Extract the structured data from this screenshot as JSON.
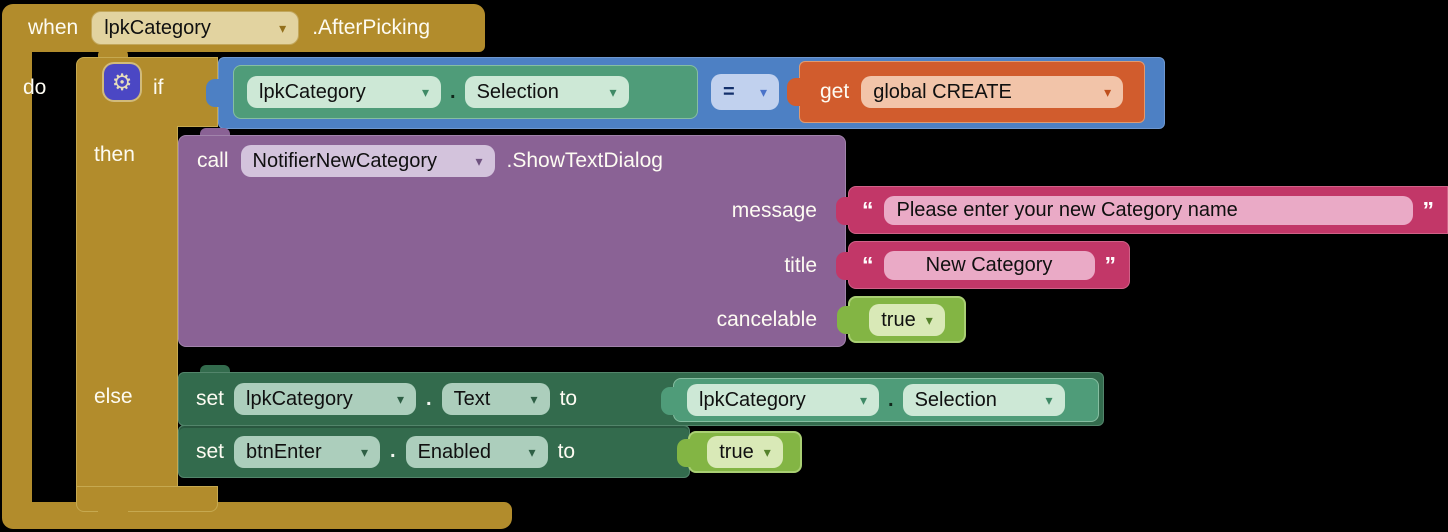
{
  "icons": {
    "dropdown_arrow": "▾",
    "gear": "⚙"
  },
  "punctuation": {
    "dot": ".",
    "quote_open": "“",
    "quote_close": "”"
  },
  "colors": {
    "background": "#000000",
    "event_gold": "#B28C2C",
    "logic_compare_blue": "#4D80C4",
    "component_getter_green": "#4F9C79",
    "component_set_dark_green": "#336B4D",
    "procedure_call_purple": "#8A6295",
    "text_magenta": "#C23768",
    "logic_true_green": "#83B544",
    "variable_get_orange": "#D15C2D",
    "mutator_gear_indigo": "#4B47C4"
  },
  "when_block": {
    "keyword": "when",
    "component": "lpkCategory",
    "event": ".AfterPicking",
    "do_label": "do"
  },
  "if_block": {
    "if_label": "if",
    "then_label": "then",
    "else_label": "else"
  },
  "condition": {
    "getter": {
      "component": "lpkCategory",
      "property": "Selection"
    },
    "operator": "=",
    "get_block": {
      "keyword": "get",
      "variable": "global CREATE"
    }
  },
  "call_block": {
    "keyword": "call",
    "component": "NotifierNewCategory",
    "method": ".ShowTextDialog",
    "params": [
      {
        "label": "message"
      },
      {
        "label": "title"
      },
      {
        "label": "cancelable"
      }
    ],
    "message_value": "Please enter your new Category name",
    "title_value": "New Category",
    "cancelable_value": "true"
  },
  "else_branch": {
    "set1": {
      "keyword": "set",
      "component": "lpkCategory",
      "property": "Text",
      "to_label": "to",
      "value_component": "lpkCategory",
      "value_property": "Selection"
    },
    "set2": {
      "keyword": "set",
      "component": "btnEnter",
      "property": "Enabled",
      "to_label": "to",
      "value": "true"
    }
  }
}
